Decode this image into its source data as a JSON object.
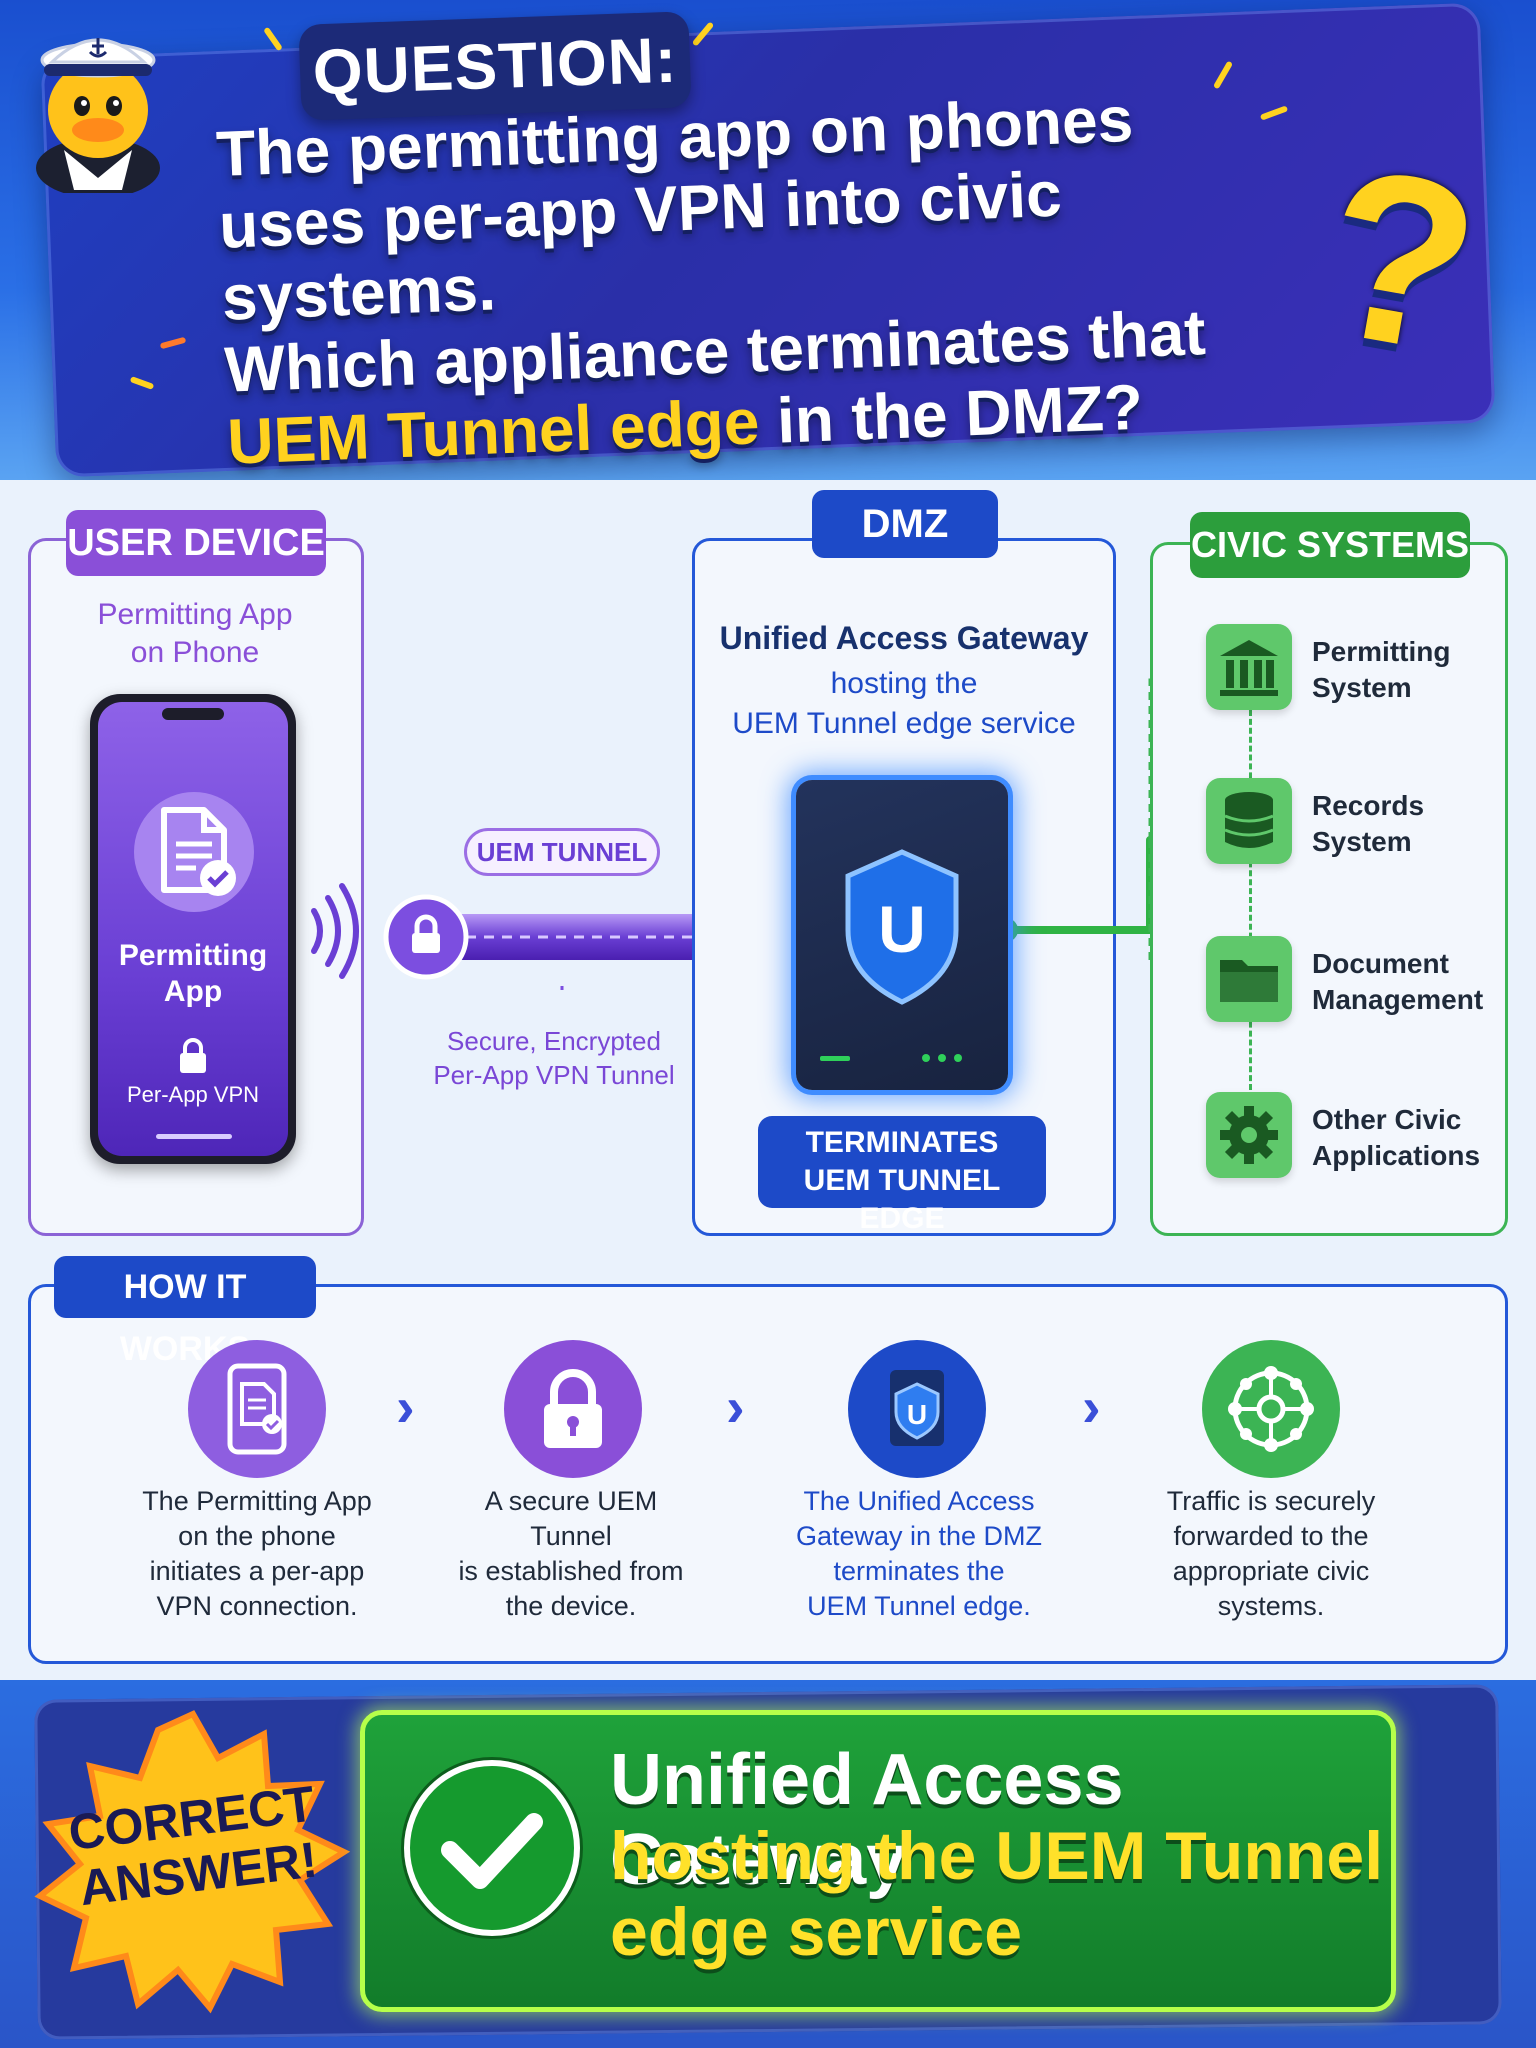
{
  "header": {
    "tag": "QUESTION:",
    "question_line1": "The permitting app on phones",
    "question_line2": "uses per-app VPN into civic systems.",
    "question_line3": "Which appliance terminates that",
    "question_highlight": "UEM Tunnel edge",
    "question_tail": " in the DMZ?",
    "qmark": "?"
  },
  "user_device": {
    "tag": "USER DEVICE",
    "subtitle_line1": "Permitting App",
    "subtitle_line2": "on Phone",
    "app_label_line1": "Permitting",
    "app_label_line2": "App",
    "vpn_label": "Per-App VPN"
  },
  "tunnel": {
    "tag": "UEM TUNNEL",
    "sub_line1": "Secure, Encrypted",
    "sub_line2": "Per-App VPN Tunnel"
  },
  "dmz": {
    "tag": "DMZ",
    "title": "Unified Access Gateway",
    "sub_line1": "hosting the",
    "sub_line2": "UEM Tunnel edge service",
    "appliance_badge": "U",
    "terminates_line1": "TERMINATES",
    "terminates_line2": "UEM TUNNEL EDGE"
  },
  "civic": {
    "tag": "CIVIC SYSTEMS",
    "items": [
      {
        "line1": "Permitting",
        "line2": "System",
        "icon": "bank-icon"
      },
      {
        "line1": "Records",
        "line2": "System",
        "icon": "database-icon"
      },
      {
        "line1": "Document",
        "line2": "Management",
        "icon": "folder-icon"
      },
      {
        "line1": "Other Civic",
        "line2": "Applications",
        "icon": "gear-icon"
      }
    ]
  },
  "how": {
    "tag": "HOW IT WORKS",
    "steps": [
      {
        "l1": "The Permitting App",
        "l2": "on the phone",
        "l3": "initiates a per-app",
        "l4": "VPN connection."
      },
      {
        "l1": "A secure UEM Tunnel",
        "l2": "is established from",
        "l3": "the device.",
        "l4": ""
      },
      {
        "l1": "The Unified Access",
        "l2": "Gateway in the DMZ",
        "l3": "terminates the",
        "l4": "UEM Tunnel edge."
      },
      {
        "l1": "Traffic is securely",
        "l2": "forwarded to the",
        "l3": "appropriate civic",
        "l4": "systems."
      }
    ],
    "chevron": "›"
  },
  "answer": {
    "badge_line1": "CORRECT",
    "badge_line2": "ANSWER!",
    "line1": "Unified Access Gateway",
    "line2": "hosting the UEM Tunnel",
    "line3": "edge service"
  },
  "colors": {
    "purple": "#8a4fd8",
    "dmz_blue": "#1d4ac8",
    "civic_green": "#2c9e3c",
    "highlight_yellow": "#ffd21f"
  }
}
